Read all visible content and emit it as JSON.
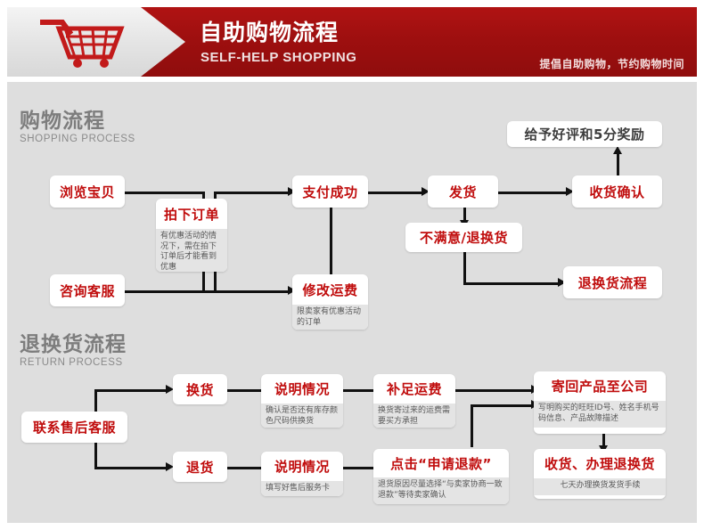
{
  "header": {
    "title": "自助购物流程",
    "subtitle": "SELF-HELP SHOPPING",
    "slogan": "提倡自助购物，节约购物时间",
    "icon": "shopping-cart-icon",
    "bg_color": "#9e0f0f",
    "banner_color": "#e6e6e6"
  },
  "colors": {
    "page_bg": "#dedede",
    "node_bg": "#ffffff",
    "node_title": "#c00d0d",
    "node_desc_bg": "#e4e4e4",
    "node_desc_text": "#5a5a5a",
    "section_title": "#7d7d7d",
    "connector": "#111111"
  },
  "sections": [
    {
      "id": "shopping-process",
      "title_cn": "购物流程",
      "title_en": "SHOPPING PROCESS",
      "nodes": [
        {
          "id": "browse",
          "title": "浏览宝贝",
          "desc": ""
        },
        {
          "id": "place-order",
          "title": "拍下订单",
          "desc": "有优惠活动的情况下，需在拍下订单后才能看到优惠"
        },
        {
          "id": "consult",
          "title": "咨询客服",
          "desc": ""
        },
        {
          "id": "modify-freight",
          "title": "修改运费",
          "desc": "限卖家有优惠活动的订单"
        },
        {
          "id": "pay-success",
          "title": "支付成功",
          "desc": ""
        },
        {
          "id": "ship",
          "title": "发货",
          "desc": ""
        },
        {
          "id": "confirm",
          "title": "收货确认",
          "desc": ""
        },
        {
          "id": "reward",
          "title": "给予好评和5分奖励",
          "desc": "",
          "style": "dark"
        },
        {
          "id": "unsatisfied",
          "title": "不满意/退换货",
          "desc": ""
        },
        {
          "id": "return-flow",
          "title": "退换货流程",
          "desc": ""
        }
      ]
    },
    {
      "id": "return-process",
      "title_cn": "退换货流程",
      "title_en": "RETURN PROCESS",
      "nodes": [
        {
          "id": "contact",
          "title": "联系售后客服",
          "desc": ""
        },
        {
          "id": "exchange",
          "title": "换货",
          "desc": ""
        },
        {
          "id": "explain-1",
          "title": "说明情况",
          "desc": "确认是否还有库存颜色尺码供换货"
        },
        {
          "id": "extra-fee",
          "title": "补足运费",
          "desc": "换货寄过来的运费需要买方承担"
        },
        {
          "id": "send-back",
          "title": "寄回产品至公司",
          "desc": "写明购买的旺旺ID号、姓名手机号码信息、产品故障描述"
        },
        {
          "id": "refund",
          "title": "退货",
          "desc": ""
        },
        {
          "id": "explain-2",
          "title": "说明情况",
          "desc": "填写好售后服务卡"
        },
        {
          "id": "click-refund",
          "title": "点击“申请退款”",
          "desc": "退货原因尽量选择“与卖家协商一致退款”等待卖家确认"
        },
        {
          "id": "receive",
          "title": "收货、办理退换货",
          "desc": "七天办理换货发货手续"
        }
      ]
    }
  ]
}
